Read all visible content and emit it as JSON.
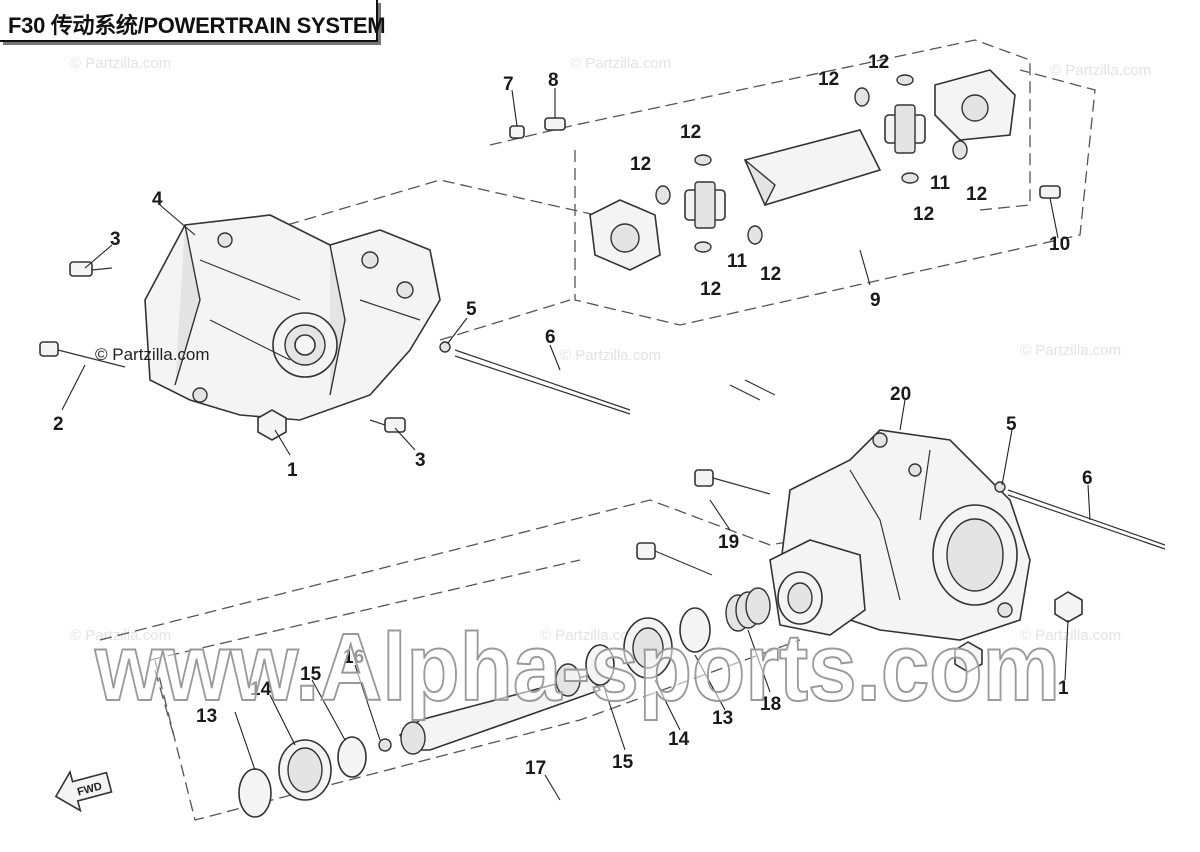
{
  "title": "F30 传动系统/POWERTRAIN SYSTEM",
  "watermarks": {
    "partzilla": "© Partzilla.com",
    "alphasports": "www.Alpha-sports.com"
  },
  "fwd_label": "FWD",
  "callouts": [
    "1",
    "2",
    "3",
    "4",
    "5",
    "6",
    "7",
    "8",
    "9",
    "10",
    "11",
    "12",
    "13",
    "14",
    "15",
    "16",
    "17",
    "18",
    "19",
    "20"
  ]
}
